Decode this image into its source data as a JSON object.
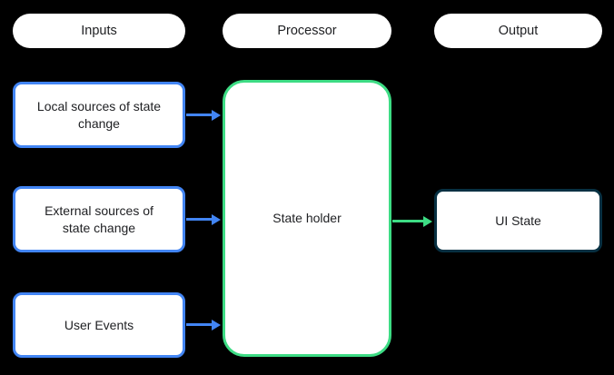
{
  "colors": {
    "background": "#000000",
    "surface": "#FFFFFF",
    "text": "#202124",
    "blue": "#4285F4",
    "green": "#3DDC84",
    "dark": "#073042"
  },
  "headers": {
    "inputs": "Inputs",
    "processor": "Processor",
    "output": "Output"
  },
  "inputs": [
    {
      "label": "Local sources of state\nchange"
    },
    {
      "label": "External sources of\nstate change"
    },
    {
      "label": "User Events"
    }
  ],
  "processor": {
    "label": "State holder"
  },
  "output": {
    "label": "UI State"
  },
  "edges": [
    {
      "from": "local-sources-of-state-change",
      "to": "state-holder",
      "color": "#4285F4"
    },
    {
      "from": "external-sources-of-state-change",
      "to": "state-holder",
      "color": "#4285F4"
    },
    {
      "from": "user-events",
      "to": "state-holder",
      "color": "#4285F4"
    },
    {
      "from": "state-holder",
      "to": "ui-state",
      "color": "#3DDC84"
    }
  ]
}
